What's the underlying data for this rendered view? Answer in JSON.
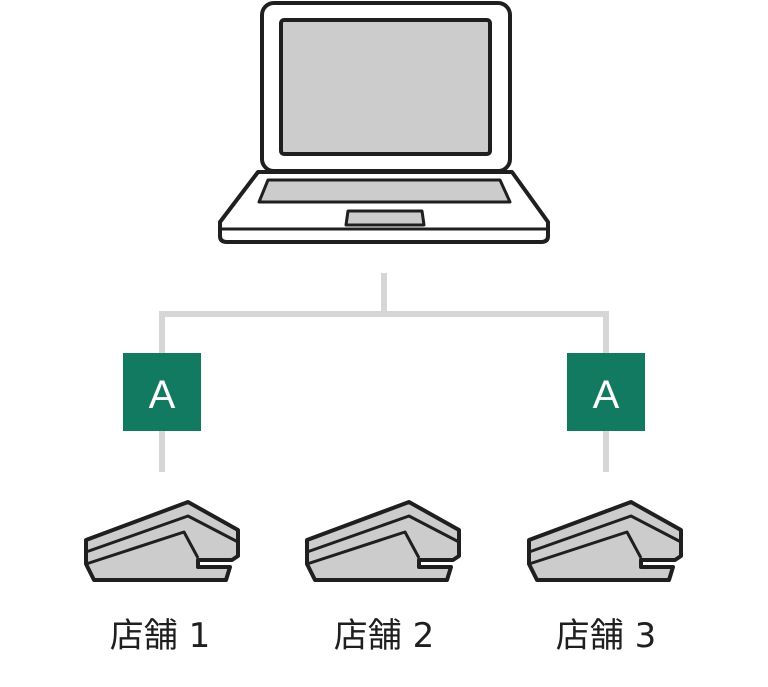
{
  "laptop": {
    "icon": "laptop-icon"
  },
  "stores": [
    {
      "label": "店舗 1",
      "icon": "cash-register-icon"
    },
    {
      "label": "店舗 2",
      "icon": "cash-register-icon"
    },
    {
      "label": "店舗 3",
      "icon": "cash-register-icon"
    }
  ],
  "badges": [
    {
      "text": "A",
      "attached_to": "店舗 1"
    },
    {
      "text": "A",
      "attached_to": "店舗 3"
    }
  ],
  "colors": {
    "badge_fill": "#137a62",
    "connector": "#d6d6d6",
    "device_fill": "#cccccc",
    "outline": "#1f1f1f"
  }
}
